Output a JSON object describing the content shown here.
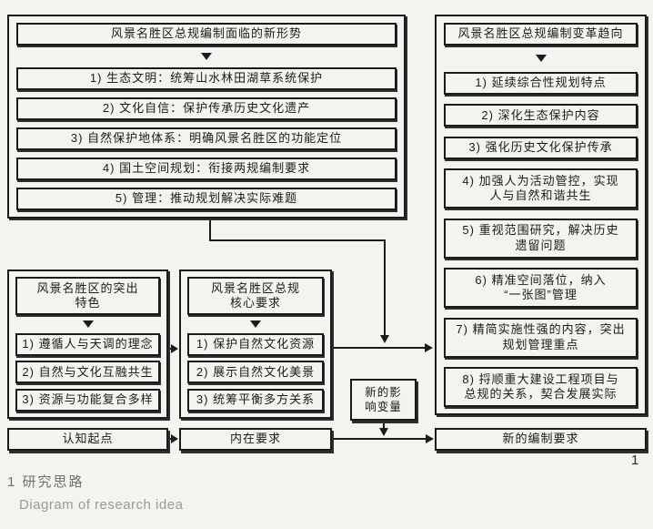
{
  "colors": {
    "background": "#f4f3ef",
    "line": "#1b1b1b",
    "caption_zh_gray": "#6f6f6f",
    "caption_en_gray": "#9a9a9a"
  },
  "panels": {
    "situation": {
      "title": "风景名胜区总规编制面临的新形势",
      "items": [
        "1) 生态文明：统筹山水林田湖草系统保护",
        "2) 文化自信：保护传承历史文化遗产",
        "3) 自然保护地体系：明确风景名胜区的功能定位",
        "4) 国土空间规划：衔接两规编制要求",
        "5) 管理：推动规划解决实际难题"
      ]
    },
    "trend": {
      "title": "风景名胜区总规编制变革趋向",
      "items": [
        "1) 延续综合性规划特点",
        "2) 深化生态保护内容",
        "3) 强化历史文化保护传承",
        "4) 加强人为活动管控，实现\n人与自然和谐共生",
        "5) 重视范围研究，解决历史\n遗留问题",
        "6) 精准空间落位，纳入\n“一张图”管理",
        "7) 精简实施性强的内容，突出\n规划管理重点",
        "8) 捋顺重大建设工程项目与\n总规的关系，契合发展实际"
      ]
    },
    "features": {
      "title": "风景名胜区的突出\n特色",
      "items": [
        "1) 遵循人与天调的理念",
        "2) 自然与文化互融共生",
        "3) 资源与功能复合多样"
      ]
    },
    "core": {
      "title": "风景名胜区总规\n核心要求",
      "items": [
        "1) 保护自然文化资源",
        "2) 展示自然文化美景",
        "3) 统筹平衡多方关系"
      ]
    }
  },
  "variable_box": {
    "label": "新的影\n响变量"
  },
  "footers": {
    "cognition": "认知起点",
    "internal": "内在要求",
    "new_requirements": "新的编制要求"
  },
  "page_number": "1",
  "caption": {
    "zh": "1 研究思路",
    "en": "Diagram of research idea"
  }
}
